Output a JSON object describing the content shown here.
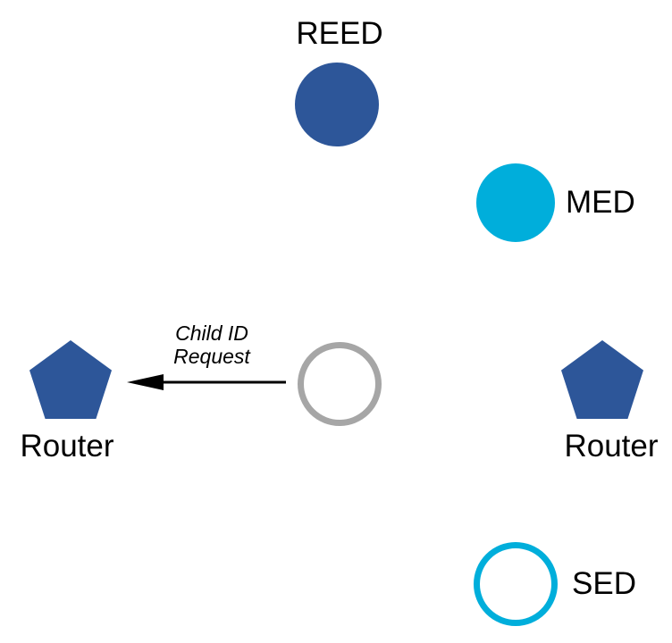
{
  "diagram": {
    "nodes": {
      "reed": {
        "label": "REED",
        "shape": "filled-circle",
        "color": "#2D5699"
      },
      "med": {
        "label": "MED",
        "shape": "filled-circle",
        "color": "#00AEDB"
      },
      "router_left": {
        "label": "Router",
        "shape": "filled-pentagon",
        "color": "#2D5699"
      },
      "router_right": {
        "label": "Router",
        "shape": "filled-pentagon",
        "color": "#2D5699"
      },
      "sed": {
        "label": "SED",
        "shape": "outlined-circle",
        "color": "#00AEDB"
      },
      "joining_device": {
        "label": "",
        "shape": "outlined-circle",
        "color": "#A6A6A6"
      }
    },
    "arrow": {
      "label_line1": "Child ID",
      "label_line2": "Request",
      "direction": "left",
      "color": "#000000"
    },
    "colors": {
      "background": "#FFFFFF",
      "text": "#000000",
      "blue": "#2D5699",
      "cyan": "#00AEDB",
      "gray": "#A6A6A6"
    }
  }
}
